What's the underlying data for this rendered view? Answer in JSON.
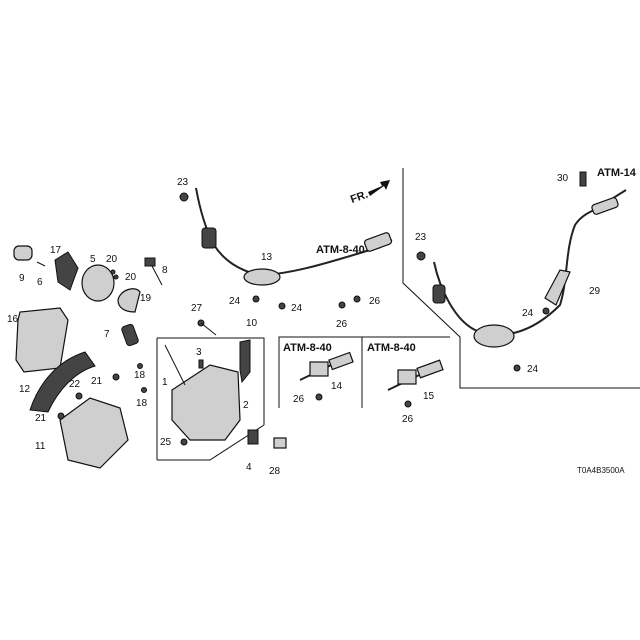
{
  "diagram": {
    "front_indicator": "FR.",
    "diagram_code": "T0A4B3500A",
    "callouts": [
      "23",
      "13",
      "ATM-8-40",
      "24",
      "24",
      "26",
      "26",
      "9",
      "6",
      "17",
      "5",
      "20",
      "20",
      "8",
      "19",
      "16",
      "7",
      "27",
      "10",
      "3",
      "1",
      "2",
      "12",
      "22",
      "21",
      "21",
      "18",
      "18",
      "11",
      "25",
      "4",
      "28",
      "30",
      "ATM-14",
      "23",
      "29",
      "24",
      "24",
      "ATM-8-40",
      "14",
      "26",
      "ATM-8-40",
      "15",
      "26"
    ]
  }
}
